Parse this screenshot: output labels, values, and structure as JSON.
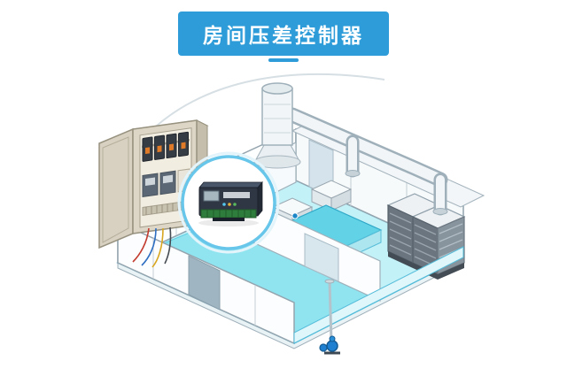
{
  "header": {
    "title": "房间压差控制器"
  },
  "colors": {
    "banner_blue": "#2d9cd8",
    "arc_gray": "#d6dfe4",
    "floor_base": "#c3f1f8",
    "floor_deep": "#8fe4f0",
    "platform_top": "#62d3e6",
    "magnifier_ring": "#67c6ea",
    "controller_body": "#2f3744",
    "terminal_green": "#2f7d3c",
    "cabinet_beige": "#ddd6c6",
    "duct_outline": "#9fb0ba",
    "valve_blue": "#1f7fd0",
    "sensor_blue": "#1d86c7"
  },
  "illustration": {
    "description": "Isometric cleanroom with HVAC ducts, electrical control cabinet and magnified room pressure differential controller module",
    "parts": [
      "control-cabinet",
      "magnifier-circle",
      "pressure-controller-module",
      "room-structure",
      "ductwork",
      "air-filter-stack",
      "hvac-units",
      "drain-valve",
      "sensor-dot"
    ]
  }
}
